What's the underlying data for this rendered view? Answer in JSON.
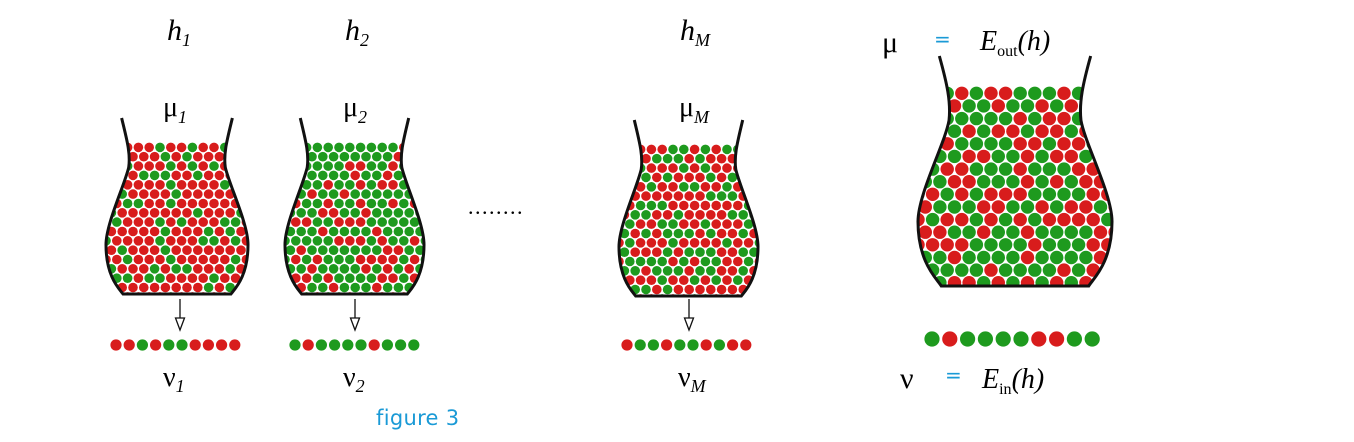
{
  "colors": {
    "red": "#d81c1c",
    "green": "#1e9a1e",
    "outline": "#111111",
    "accent": "#1a9ad6"
  },
  "bins": [
    {
      "h_base": "h",
      "h_sub": "1",
      "mu_sub": "1",
      "nu_sub": "1",
      "sample": [
        "red",
        "red",
        "green",
        "red",
        "green",
        "green",
        "red",
        "red",
        "red",
        "red"
      ]
    },
    {
      "h_base": "h",
      "h_sub": "2",
      "mu_sub": "2",
      "nu_sub": "2",
      "sample": [
        "green",
        "red",
        "green",
        "green",
        "green",
        "green",
        "red",
        "green",
        "green",
        "green"
      ]
    },
    {
      "h_base": "h",
      "h_sub": "M",
      "mu_sub": "M",
      "nu_sub": "M",
      "sample": [
        "red",
        "green",
        "green",
        "red",
        "green",
        "green",
        "red",
        "green",
        "red",
        "red"
      ]
    }
  ],
  "ellipsis": "........",
  "summary": {
    "mu_symbol": "μ",
    "nu_symbol": "ν",
    "equals": "=",
    "E_out_base": "E",
    "E_out_sub": "out",
    "E_out_arg": "(h)",
    "E_in_base": "E",
    "E_in_sub": "in",
    "E_in_arg": "(h)",
    "sample": [
      "green",
      "red",
      "green",
      "green",
      "green",
      "green",
      "red",
      "red",
      "green",
      "green"
    ]
  },
  "caption": "figure 3"
}
